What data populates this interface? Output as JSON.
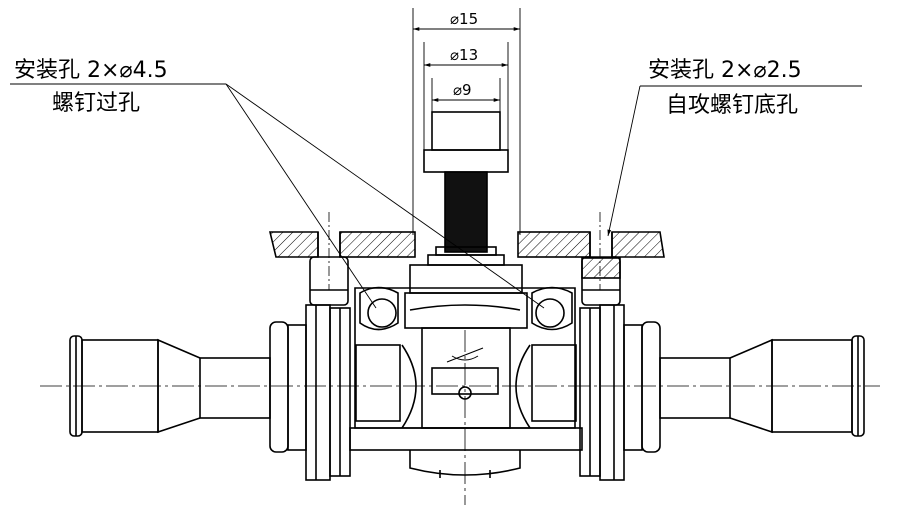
{
  "labels": {
    "left_line1": "安装孔 2×⌀4.5",
    "left_line2": "螺钉过孔",
    "right_line1": "安装孔 2×⌀2.5",
    "right_line2": "自攻螺钉底孔"
  },
  "dimensions": {
    "d15": "⌀15",
    "d13": "⌀13",
    "d9": "⌀9"
  }
}
